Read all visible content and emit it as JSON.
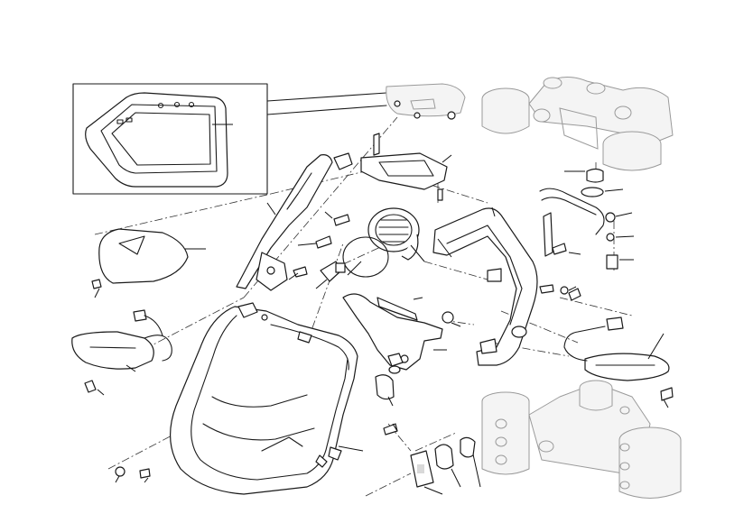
{
  "diagram": {
    "type": "exploded-parts-view",
    "labels_visible": false,
    "colors": {
      "line": "#1a1a1a",
      "ghost_part": "#9a9a9a",
      "background": "#ffffff"
    },
    "parts": [
      {
        "id": "instrument-panel",
        "style": "outlined"
      },
      {
        "id": "instrument-panel-detail",
        "style": "outlined"
      },
      {
        "id": "headlight-fairing",
        "style": "outlined"
      },
      {
        "id": "headlight-reflector",
        "style": "outlined"
      },
      {
        "id": "headlight-bulb-holder",
        "style": "outlined"
      },
      {
        "id": "headlight-seal-ring",
        "style": "outlined"
      },
      {
        "id": "left-turn-indicator",
        "style": "outlined"
      },
      {
        "id": "right-turn-indicator",
        "style": "outlined"
      },
      {
        "id": "left-fairing-panel",
        "style": "outlined"
      },
      {
        "id": "fairing-support-left",
        "style": "outlined"
      },
      {
        "id": "fairing-support-right",
        "style": "outlined"
      },
      {
        "id": "center-bracket",
        "style": "outlined"
      },
      {
        "id": "instrument-bracket",
        "style": "outlined"
      },
      {
        "id": "upper-triple-clamp",
        "style": "ghost"
      },
      {
        "id": "lower-triple-clamp",
        "style": "ghost"
      },
      {
        "id": "rubber-pads",
        "style": "outlined"
      }
    ]
  }
}
